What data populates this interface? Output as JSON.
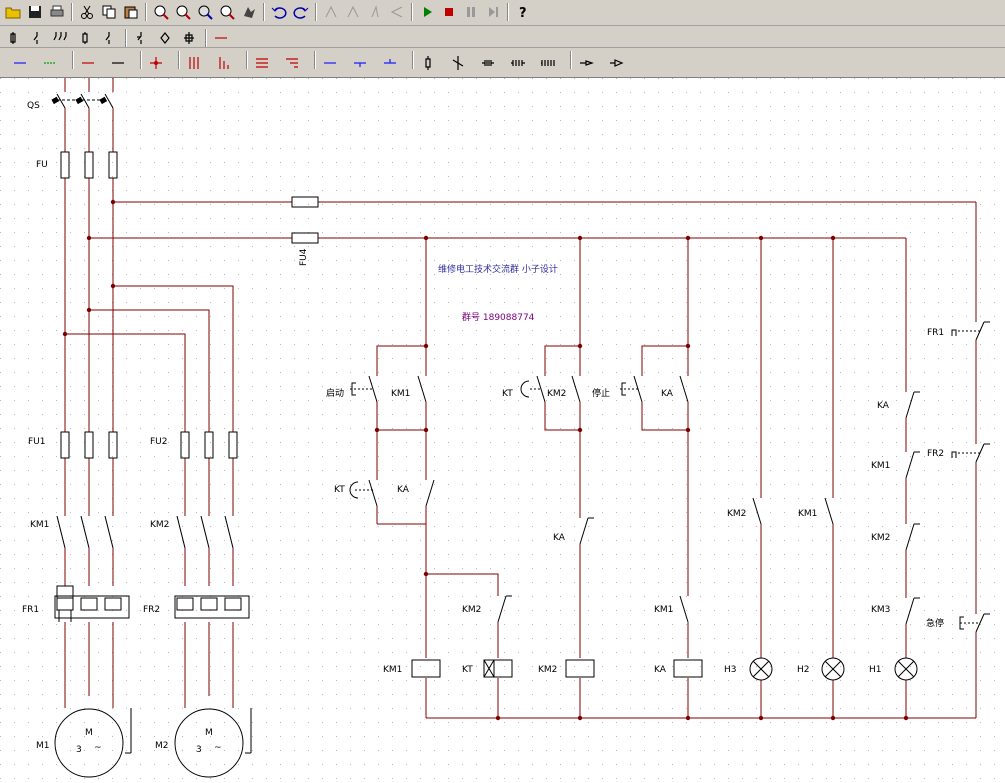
{
  "toolbar": {
    "row1": [
      "open-icon",
      "save-icon",
      "print-icon",
      "cut-icon",
      "copy-icon",
      "paste-icon",
      "zoom-in-icon",
      "zoom-out-icon",
      "zoom-fit-icon",
      "zoom-area-icon",
      "pan-icon",
      "undo-icon",
      "redo-icon",
      "step-back-icon",
      "step-icon",
      "step-up-icon",
      "step-left-icon",
      "run-icon",
      "stop-icon",
      "pause-icon",
      "step-forward-icon",
      "help-icon"
    ],
    "row2": [
      "component-1-icon",
      "component-2-icon",
      "component-3-icon",
      "component-4-icon",
      "component-5-icon",
      "component-6-icon",
      "component-7-icon",
      "component-8-icon",
      "component-9-icon"
    ],
    "row3": [
      "line-blue-icon",
      "line-green-icon",
      "line-red-icon",
      "line-black-icon",
      "junction-icon",
      "vbars-icon",
      "vbars2-icon",
      "hbars-icon",
      "hbars2-icon",
      "wire-icon",
      "wire-tap-icon",
      "wire-tap2-icon",
      "resistor-icon",
      "tap-icon",
      "contact-icon",
      "contact2-icon",
      "contact3-icon",
      "terminal-icon",
      "terminal2-icon"
    ],
    "colors": {
      "red": "#c00000",
      "green": "#008000",
      "blue": "#1a1aff"
    }
  },
  "diagram": {
    "wire_color": "#800000",
    "labels": {
      "qs": "QS",
      "fu": "FU",
      "fu1": "FU1",
      "fu2": "FU2",
      "fu4": "FU4",
      "km1_main": "KM1",
      "km2_main": "KM2",
      "fr1_main": "FR1",
      "fr2_main": "FR2",
      "m1": "M1",
      "m2": "M2",
      "motor_m": "M",
      "motor_3": "3",
      "motor_tilde": "~",
      "start": "启动",
      "km1_ctl": "KM1",
      "kt_ctl": "KT",
      "ka_ctl": "KA",
      "kt2": "KT",
      "km2_ctl": "KM2",
      "stop": "停止",
      "ka2": "KA",
      "ka3": "KA",
      "km1_b": "KM1",
      "km2_b": "KM2",
      "km2_c": "KM2",
      "km1_c": "KM1",
      "fr1_r": "FR1",
      "ka_r": "KA",
      "fr2_r": "FR2",
      "km1_r": "KM1",
      "km2_r": "KM2",
      "km3_r": "KM3",
      "estop": "急停",
      "coil_km1": "KM1",
      "coil_kt": "KT",
      "coil_km2": "KM2",
      "coil_ka": "KA",
      "h3": "H3",
      "h2": "H2",
      "h1": "H1"
    },
    "notes": {
      "line1": "维修电工技术交流群  小子设计",
      "line2": "群号  189088774"
    }
  }
}
